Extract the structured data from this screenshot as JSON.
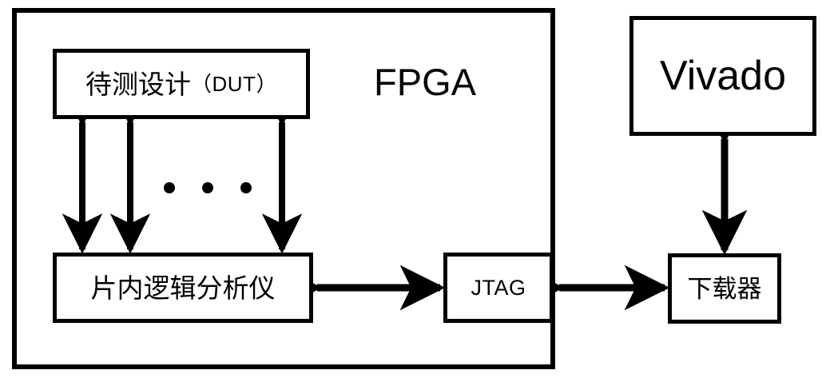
{
  "diagram": {
    "title": "FPGA on-chip logic analyzer debug flow",
    "stroke_color": "#000000",
    "background_color": "#ffffff",
    "fpga": {
      "label": "FPGA",
      "blocks": {
        "dut": {
          "cjk": "待测设计",
          "latin": "（DUT）",
          "full": "待测设计（DUT）"
        },
        "ila": {
          "label": "片内逻辑分析仪"
        },
        "jtag": {
          "label": "JTAG"
        }
      },
      "ellipsis": "• • •"
    },
    "host": {
      "vivado": {
        "label": "Vivado"
      },
      "downloader": {
        "label": "下载器"
      }
    },
    "connections": [
      {
        "from": "dut",
        "to": "ila",
        "style": "double-arrow",
        "orientation": "vertical"
      },
      {
        "from": "dut",
        "to": "ila",
        "style": "double-arrow",
        "orientation": "vertical"
      },
      {
        "from": "dut",
        "to": "ila",
        "style": "double-arrow",
        "orientation": "vertical"
      },
      {
        "from": "ila",
        "to": "jtag",
        "style": "double-arrow",
        "orientation": "horizontal"
      },
      {
        "from": "jtag",
        "to": "downloader",
        "style": "double-arrow",
        "orientation": "horizontal"
      },
      {
        "from": "downloader",
        "to": "vivado",
        "style": "double-arrow",
        "orientation": "vertical"
      }
    ]
  }
}
